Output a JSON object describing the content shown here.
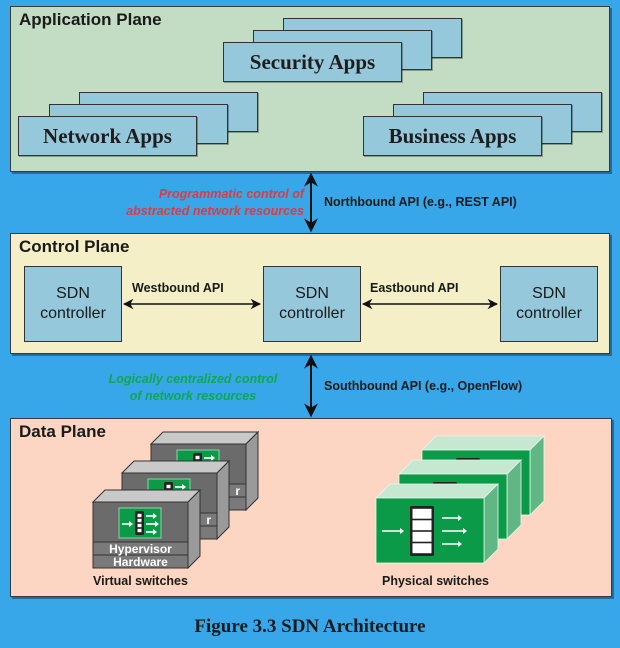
{
  "application_plane": {
    "title": "Application Plane",
    "app_groups": [
      {
        "label": "Security Apps"
      },
      {
        "label": "Network Apps"
      },
      {
        "label": "Business Apps"
      }
    ]
  },
  "northbound": {
    "description_line1": "Programmatic control of",
    "description_line2": "abstracted network resources",
    "api_label": "Northbound API (e.g., REST API)",
    "description_color": "#e03a3c"
  },
  "control_plane": {
    "title": "Control Plane",
    "controllers": [
      {
        "line1": "SDN",
        "line2": "controller"
      },
      {
        "line1": "SDN",
        "line2": "controller"
      },
      {
        "line1": "SDN",
        "line2": "controller"
      }
    ],
    "westbound_label": "Westbound API",
    "eastbound_label": "Eastbound API"
  },
  "southbound": {
    "description_line1": "Logically centralized control",
    "description_line2": "of network resources",
    "api_label": "Southbound API (e.g., OpenFlow)",
    "description_color": "#0ea84f"
  },
  "data_plane": {
    "title": "Data Plane",
    "virtual_switches": {
      "caption": "Virtual switches",
      "layer1": "Hypervisor",
      "layer2": "Hardware",
      "count": 3
    },
    "physical_switches": {
      "caption": "Physical switches",
      "count": 3
    }
  },
  "colors": {
    "background": "#38a7ea",
    "application_plane": "#c3dcc4",
    "control_plane": "#f4efc7",
    "data_plane": "#fcd6c2",
    "box": "#96c8dc",
    "switch_green": "#0b9a48"
  },
  "figure_caption": "Figure 3.3 SDN Architecture"
}
